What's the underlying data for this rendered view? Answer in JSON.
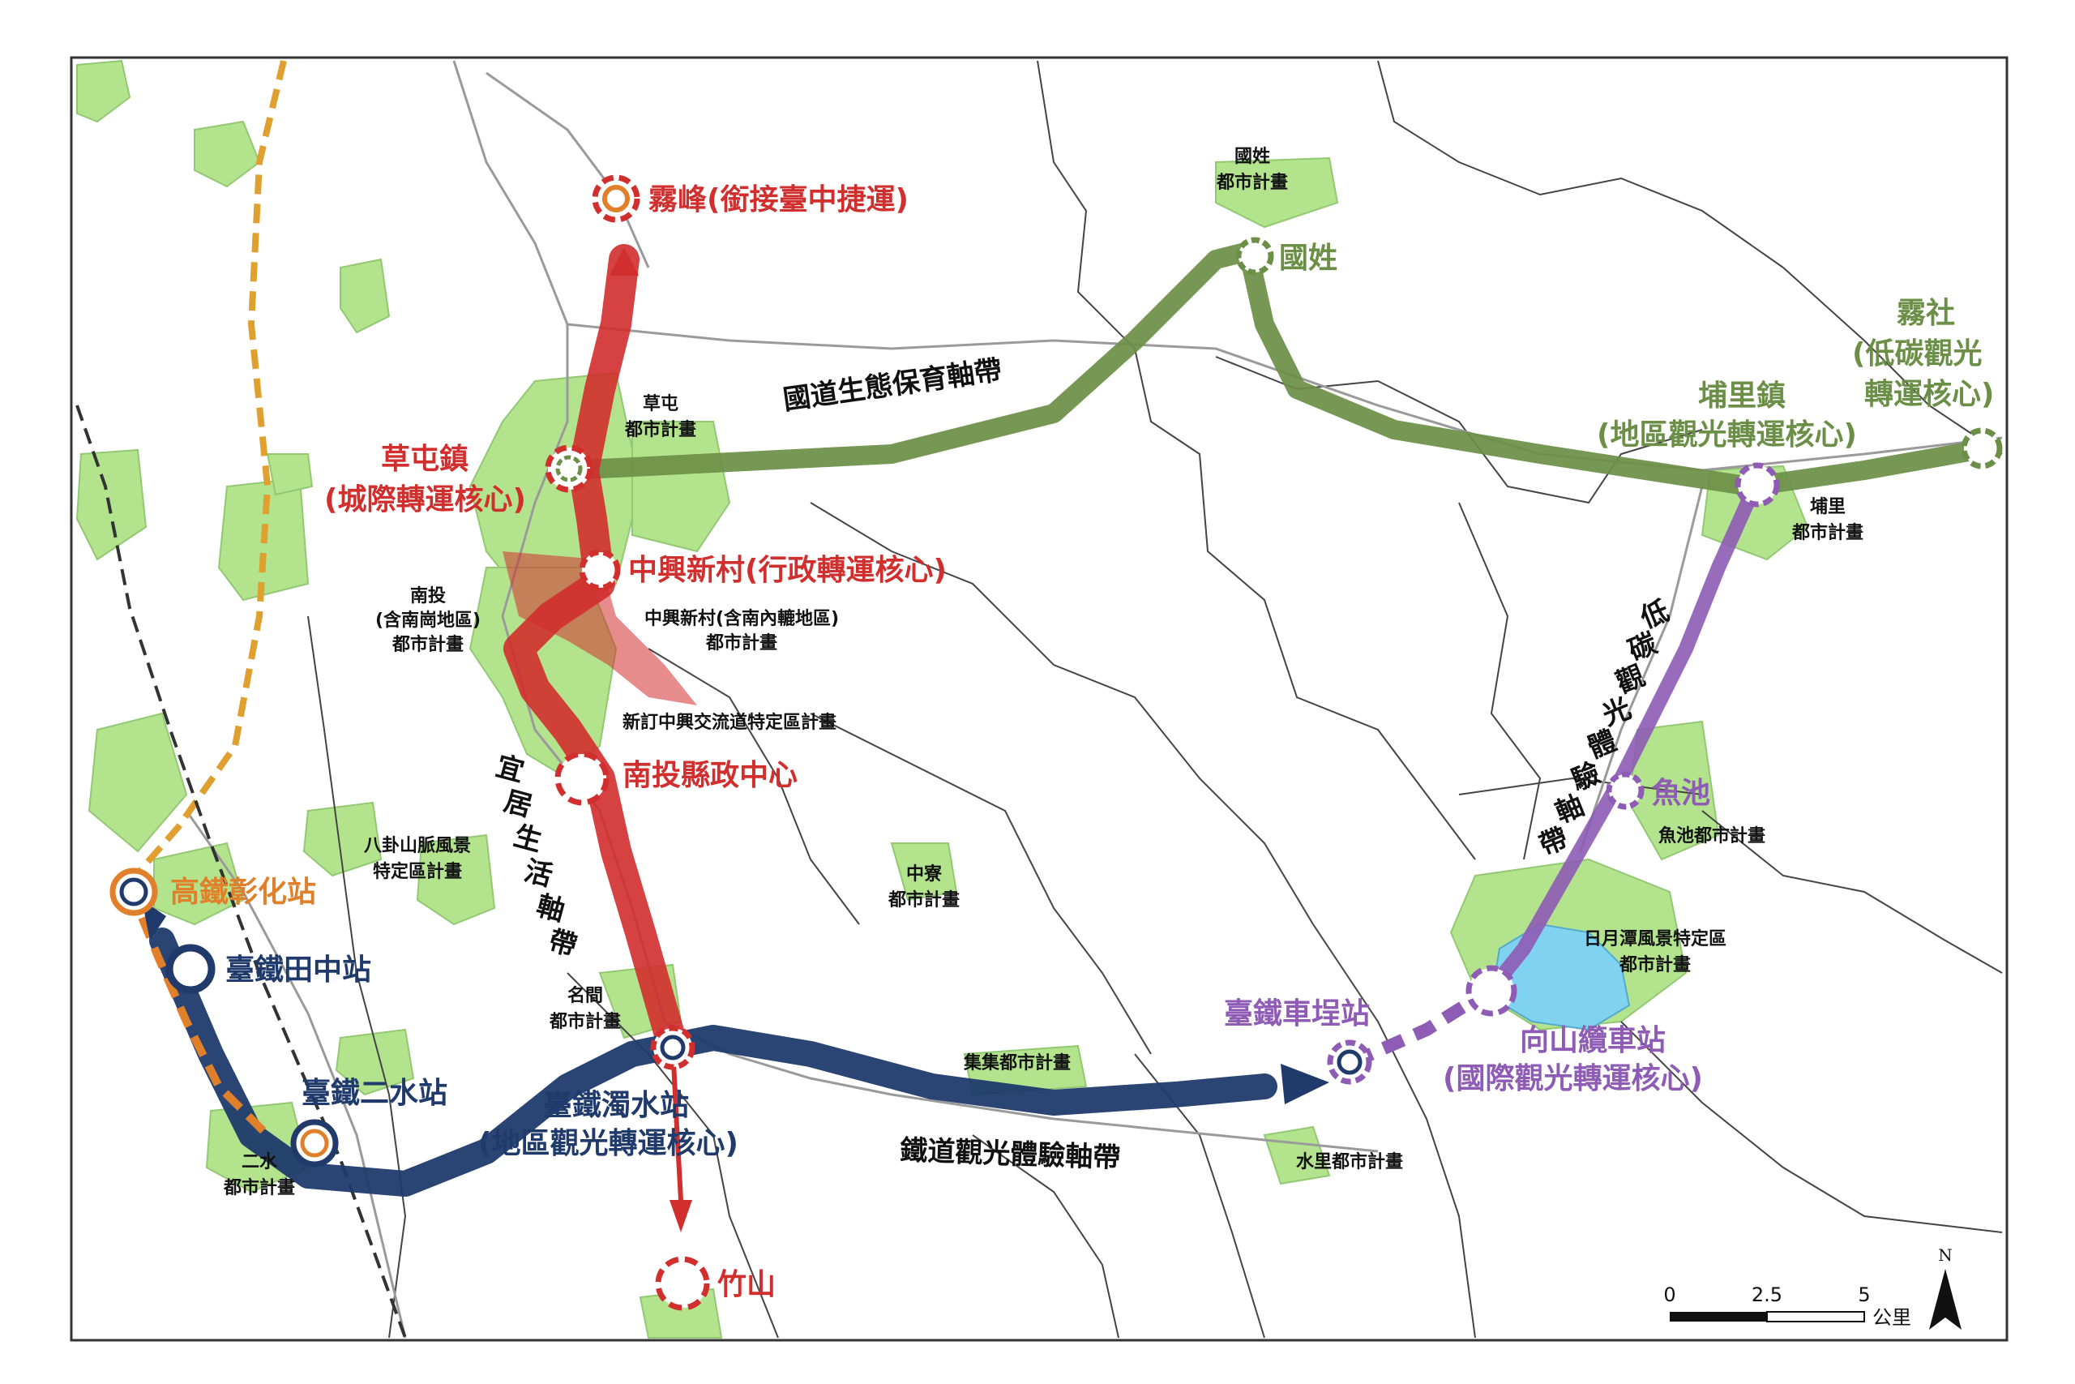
{
  "colors": {
    "red": "#d12e2e",
    "green": "#6b8f47",
    "purple": "#8e5bb5",
    "navy": "#1f3a6b",
    "orange": "#e0802b",
    "land": "#a6e07a"
  },
  "stations": {
    "wufeng": "霧峰(銜接臺中捷運)",
    "caotun_1": "草屯鎮",
    "caotun_2": "(城際轉運核心)",
    "zhongxing": "中興新村(行政轉運核心)",
    "county_gov": "南投縣政中心",
    "zhushan": "竹山",
    "zhuoshui_1": "臺鐵濁水站",
    "zhuoshui_2": "(地區觀光轉運核心)",
    "ershui": "臺鐵二水站",
    "tianzhong": "臺鐵田中站",
    "hsr": "高鐵彰化站",
    "checheng": "臺鐵車埕站",
    "xiangshan_1": "向山纜車站",
    "xiangshan_2": "(國際觀光轉運核心)",
    "yuchi": "魚池",
    "puli_1": "埔里鎮",
    "puli_2": "(地區觀光轉運核心)",
    "wushe_1": "霧社",
    "wushe_2": "(低碳觀光",
    "wushe_3": "轉運核心)",
    "guoxing": "國姓"
  },
  "corridors": {
    "ecology": "國道生態保育軸帶",
    "living": [
      "宜",
      "居",
      "生",
      "活",
      "軸",
      "帶"
    ],
    "lowcarbon": [
      "低",
      "碳",
      "觀",
      "光",
      "體",
      "驗",
      "軸",
      "帶"
    ],
    "railway": "鐵道觀光體驗軸帶"
  },
  "plans": {
    "guoxing_1": "國姓",
    "guoxing_2": "都市計畫",
    "caotun_1": "草屯",
    "caotun_2": "都市計畫",
    "nantou_1": "南投",
    "nantou_2": "(含南崗地區)",
    "nantou_3": "都市計畫",
    "zhongxing_1": "中興新村(含南內轆地區)",
    "zhongxing_2": "都市計畫",
    "interchange": "新訂中興交流道特定區計畫",
    "bagua_1": "八卦山脈風景",
    "bagua_2": "特定區計畫",
    "zhongliao_1": "中寮",
    "zhongliao_2": "都市計畫",
    "mingjian_1": "名間",
    "mingjian_2": "都市計畫",
    "jiji": "集集都市計畫",
    "shuili": "水里都市計畫",
    "ershui_1": "二水",
    "ershui_2": "都市計畫",
    "yuchi": "魚池都市計畫",
    "sunmoon_1": "日月潭風景特定區",
    "sunmoon_2": "都市計畫",
    "puli_1": "埔里",
    "puli_2": "都市計畫"
  },
  "scale": {
    "t0": "0",
    "t1": "2.5",
    "t2": "5",
    "unit": "公里",
    "north": "N"
  }
}
